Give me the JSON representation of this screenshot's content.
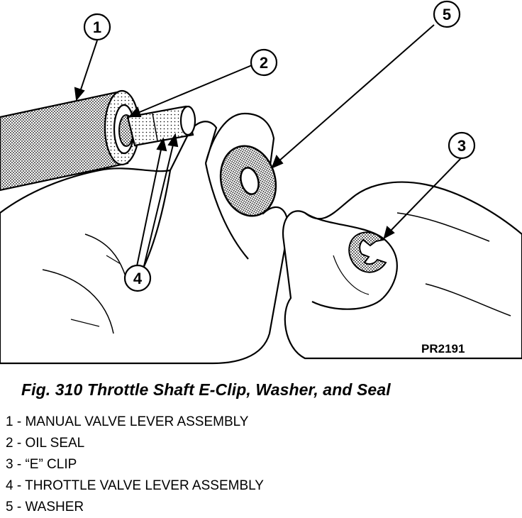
{
  "figure": {
    "caption": "Fig. 310 Throttle Shaft E-Clip, Washer, and Seal",
    "reference_code": "PR2191",
    "callouts": [
      "1",
      "2",
      "3",
      "4",
      "5"
    ],
    "legend": [
      {
        "num": "1",
        "text": "1 - MANUAL VALVE LEVER ASSEMBLY"
      },
      {
        "num": "2",
        "text": "2 - OIL SEAL"
      },
      {
        "num": "3",
        "text": "3 - “E” CLIP"
      },
      {
        "num": "4",
        "text": "4 - THROTTLE VALVE LEVER ASSEMBLY"
      },
      {
        "num": "5",
        "text": "5 - WASHER"
      }
    ]
  },
  "colors": {
    "ink": "#000000",
    "paper": "#ffffff",
    "shade": "#8a8a8a"
  }
}
